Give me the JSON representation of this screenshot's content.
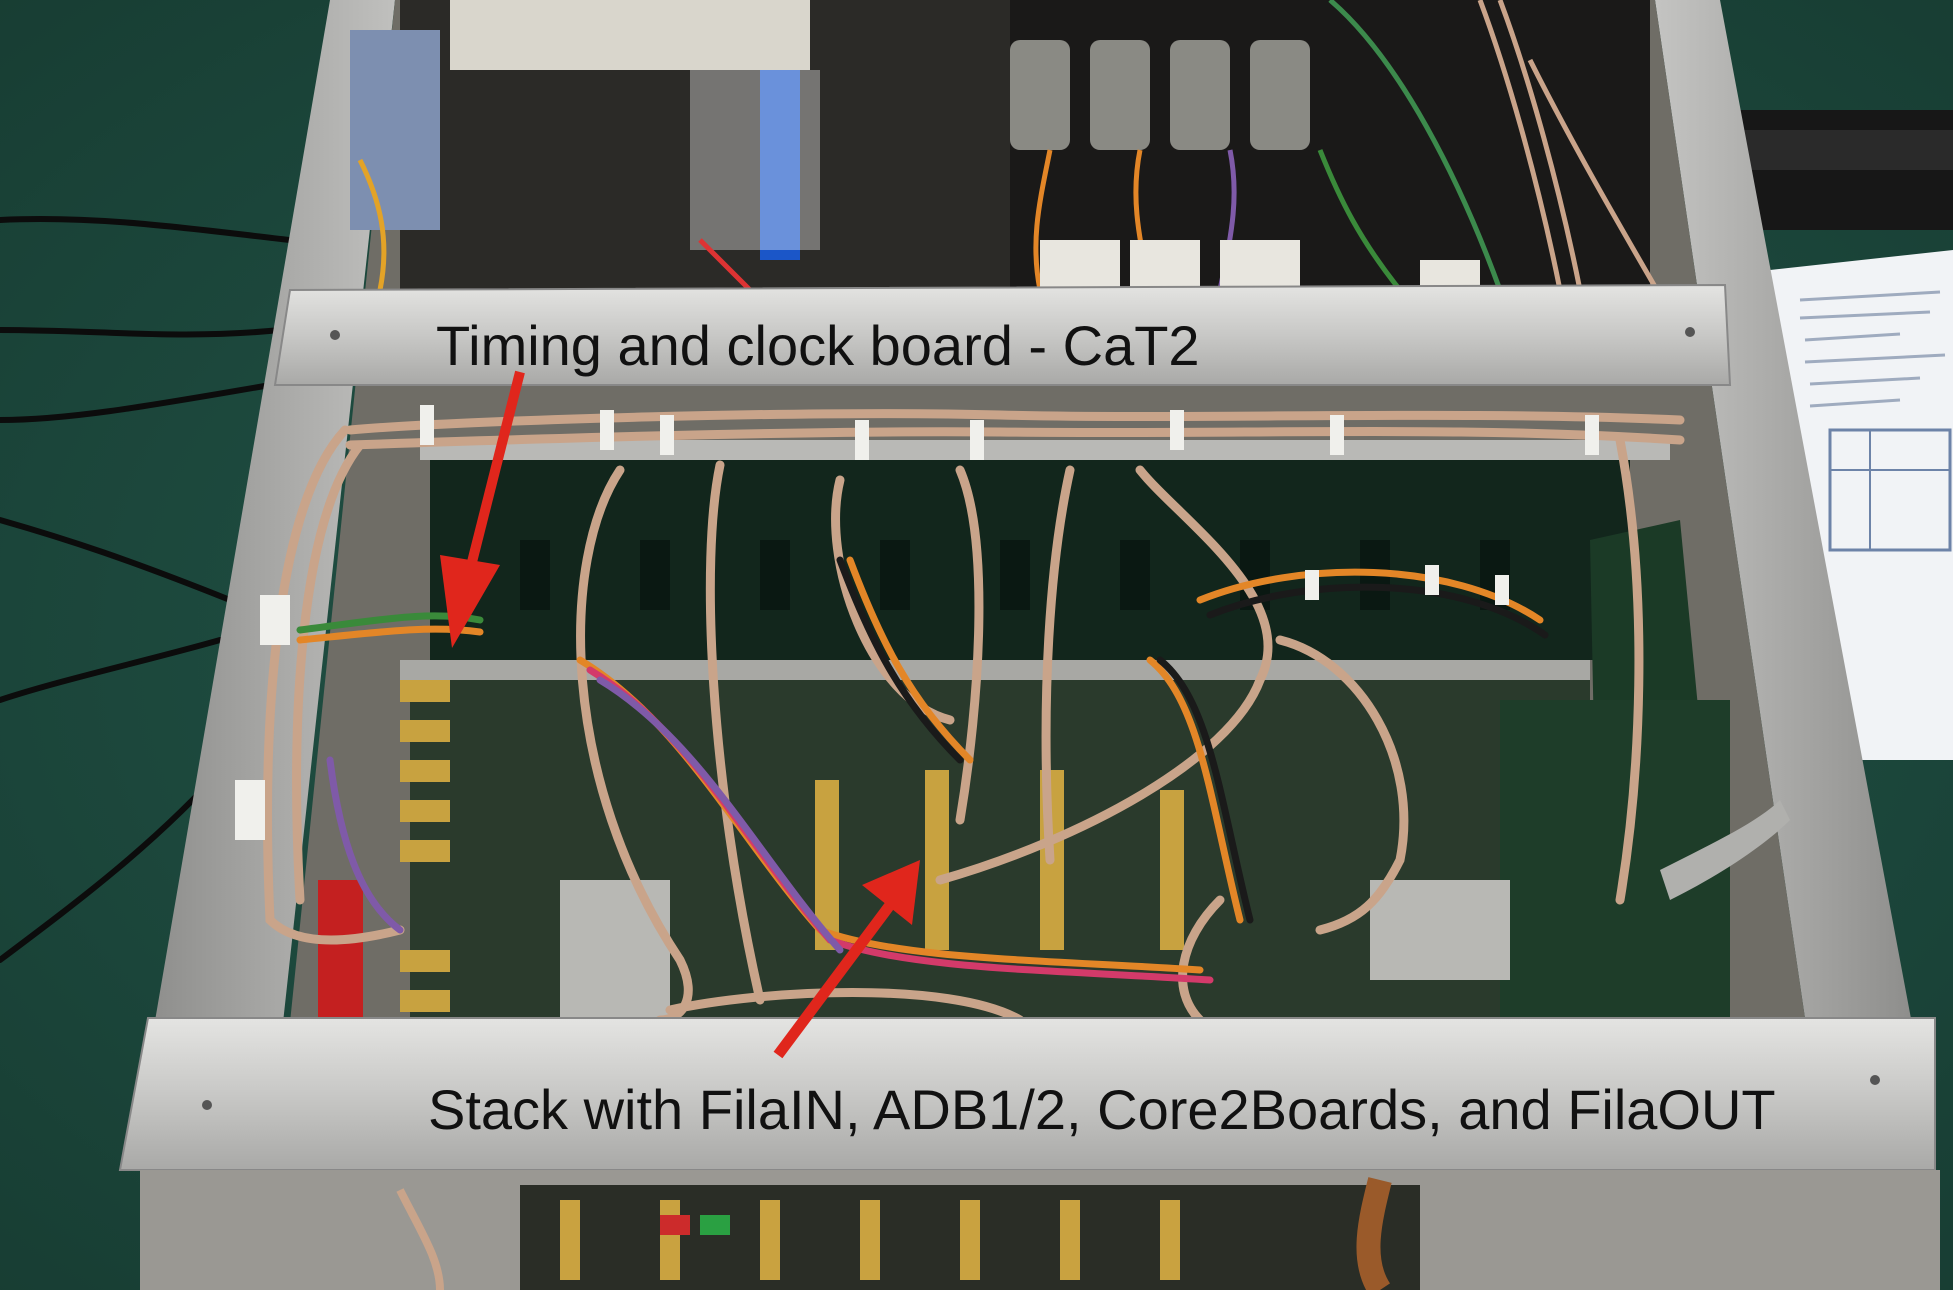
{
  "image": {
    "subject": "open electronics crate with cabled board stack",
    "annotations": [
      {
        "id": "timing",
        "text": "Timing and clock board - CaT2"
      },
      {
        "id": "stack",
        "text": "Stack with FilaIN, ADB1/2, Core2Boards, and FilaOUT"
      }
    ],
    "colors": {
      "arrow": "#e0261c",
      "annotation_text": "#111111",
      "chassis_metal": "#c9c9c7",
      "carpet": "#1f4a3c",
      "pcb": "#12261c",
      "coax_cable": "#c9a48a",
      "ribbon_gray": "#b8b8b4"
    },
    "icons": [
      "arrow-timing-icon",
      "arrow-stack-icon"
    ]
  }
}
